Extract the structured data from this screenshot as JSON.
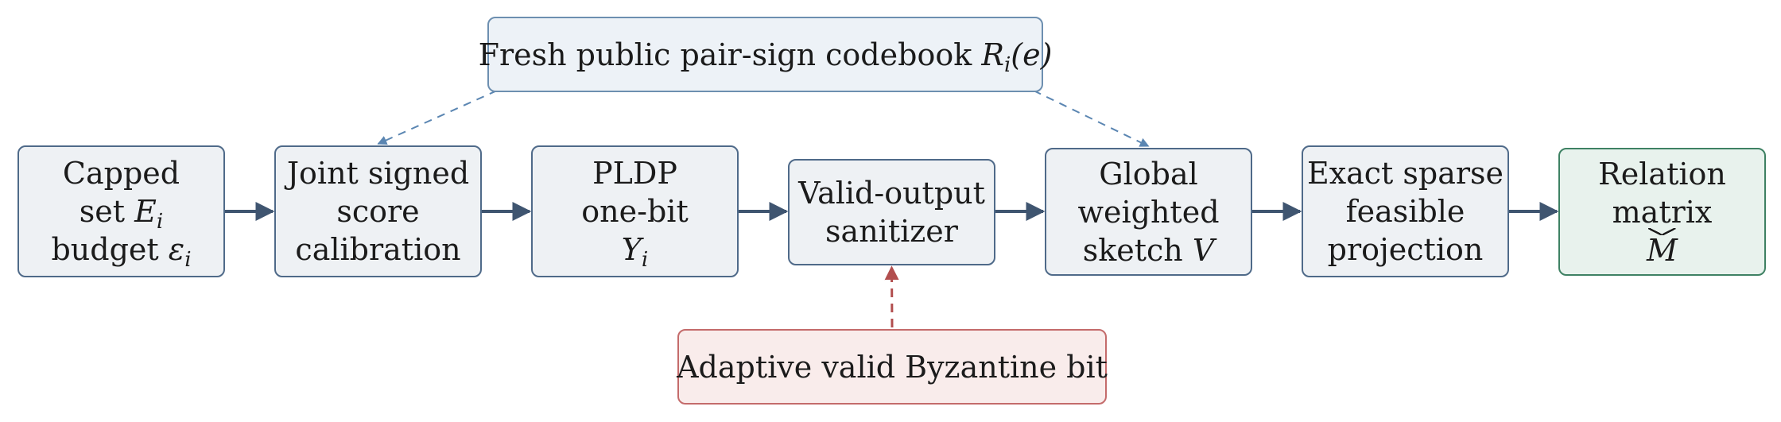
{
  "diagram": {
    "nodes": [
      {
        "id": "n1",
        "lines": [
          "Capped",
          "set $E$_i",
          "budget $ε$_i"
        ]
      },
      {
        "id": "n2",
        "lines": [
          "Joint signed",
          "score",
          "calibration"
        ]
      },
      {
        "id": "n3",
        "lines": [
          "PLDP",
          "one-bit",
          "$Y$_i"
        ]
      },
      {
        "id": "n4",
        "lines": [
          "Valid-output",
          "sanitizer"
        ]
      },
      {
        "id": "n5",
        "lines": [
          "Global",
          "weighted",
          "sketch $V$"
        ]
      },
      {
        "id": "n6",
        "lines": [
          "Exact sparse",
          "feasible",
          "projection"
        ]
      },
      {
        "id": "n7",
        "lines": [
          "Relation",
          "matrix",
          "$M̂$"
        ]
      }
    ],
    "codebook": {
      "id": "codebook",
      "lines": [
        "Fresh public pair-sign codebook $R$_i$(e)$"
      ]
    },
    "adversary": {
      "id": "byz",
      "lines": [
        "Adaptive valid Byzantine bit"
      ]
    },
    "edges": [
      {
        "from": "n1",
        "to": "n2",
        "style": "solid"
      },
      {
        "from": "n2",
        "to": "n3",
        "style": "solid"
      },
      {
        "from": "n3",
        "to": "n4",
        "style": "solid"
      },
      {
        "from": "n4",
        "to": "n5",
        "style": "solid"
      },
      {
        "from": "n5",
        "to": "n6",
        "style": "solid"
      },
      {
        "from": "n6",
        "to": "n7",
        "style": "solid"
      },
      {
        "from": "codebook",
        "to": "n2",
        "style": "dashed"
      },
      {
        "from": "codebook",
        "to": "n5",
        "style": "dashed"
      },
      {
        "from": "byz",
        "to": "n4",
        "style": "dashed"
      }
    ],
    "colors": {
      "pipeline_arrow": "#3f5570",
      "codebook_arrow": "#5b86b2",
      "byzantine_arrow": "#b24e4e",
      "output_node_fill": "#e8f2ed",
      "adversary_node_fill": "#f9eceb"
    }
  }
}
